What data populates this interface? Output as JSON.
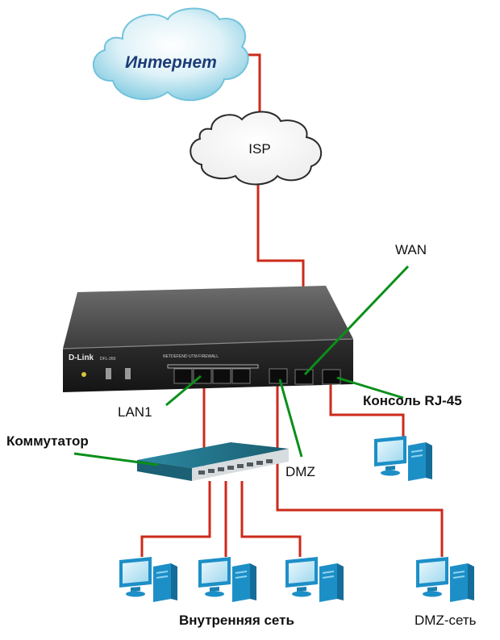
{
  "nodes": {
    "internet": "Интернет",
    "isp": "ISP",
    "device_brand": "D-Link",
    "device_model": "DFL-260",
    "device_panel_text": "NETDEFEND UTM FIREWALL",
    "switch": "Коммутатор"
  },
  "port_labels": {
    "wan": "WAN",
    "lan1": "LAN1",
    "dmz": "DMZ",
    "console": "Консоль RJ-45"
  },
  "network_labels": {
    "internal": "Внутренняя сеть",
    "dmz_net": "DMZ-сеть"
  },
  "colors": {
    "cable": "#cc2a1a",
    "pointer": "#0a8f1a",
    "pc_blue": "#1d8fc7",
    "switch_teal": "#2a7f96"
  },
  "icons": [
    "cloud-icon",
    "router-icon",
    "switch-icon",
    "computer-icon"
  ]
}
